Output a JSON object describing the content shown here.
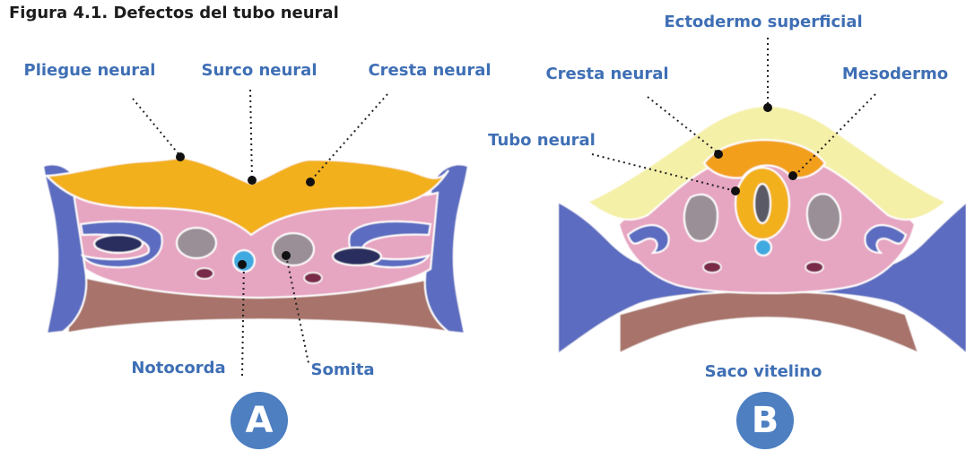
{
  "title": "Figura 4.1. Defectos del tubo neural",
  "colors": {
    "label_blue": "#3f6fb5",
    "badge_blue": "#4d7fc1",
    "neural_plate_orange": "#f2b01e",
    "ectoderm_yellow": "#f5f0a8",
    "mesoderm_pink": "#e6a5c1",
    "outer_blue": "#5b6cc0",
    "yolk_brown": "#a8736a",
    "notochord_blue": "#3fa9e0",
    "somite_gray": "#9a8f96"
  },
  "panel_a": {
    "badge": "A",
    "labels": {
      "pliegue": "Pliegue neural",
      "surco": "Surco neural",
      "cresta": "Cresta neural",
      "notocorda": "Notocorda",
      "somita": "Somita"
    }
  },
  "panel_b": {
    "badge": "B",
    "labels": {
      "ectodermo": "Ectodermo superficial",
      "cresta": "Cresta neural",
      "mesodermo": "Mesodermo",
      "tubo": "Tubo neural",
      "saco": "Saco vitelino"
    }
  }
}
